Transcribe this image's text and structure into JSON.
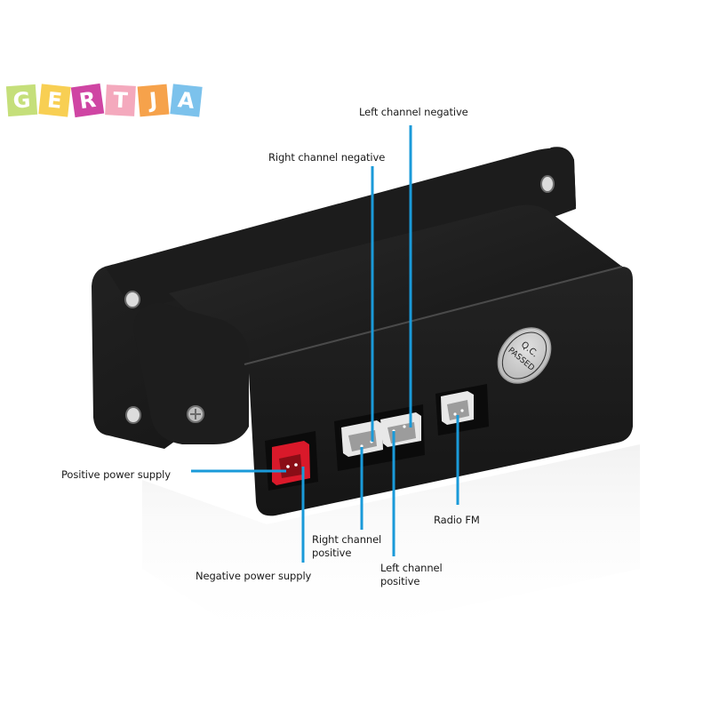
{
  "brand": {
    "logo_letters": [
      {
        "char": "G",
        "color": "#c5df7a",
        "rotate": -4
      },
      {
        "char": "E",
        "color": "#f8cf53",
        "rotate": 6
      },
      {
        "char": "R",
        "color": "#cf45a3",
        "rotate": -8
      },
      {
        "char": "T",
        "color": "#f4a9bd",
        "rotate": 3
      },
      {
        "char": "J",
        "color": "#f6a24b",
        "rotate": -5
      },
      {
        "char": "A",
        "color": "#7cc2ec",
        "rotate": 6
      }
    ]
  },
  "product": {
    "badge_text_line1": "Q.C.",
    "badge_text_line2": "PASSED",
    "body_color": "#1c1c1c",
    "connector_power_color": "#d9192a",
    "connector_signal_color": "#e6e6e6",
    "callout_line_color": "#1a9ad9"
  },
  "callouts": {
    "left_channel_negative": "Left channel negative",
    "right_channel_negative": "Right channel negative",
    "positive_power_supply": "Positive power supply",
    "negative_power_supply": "Negative power supply",
    "right_channel_positive": "Right channel positive",
    "left_channel_positive": "Left channel positive",
    "radio_fm": "Radio FM"
  }
}
